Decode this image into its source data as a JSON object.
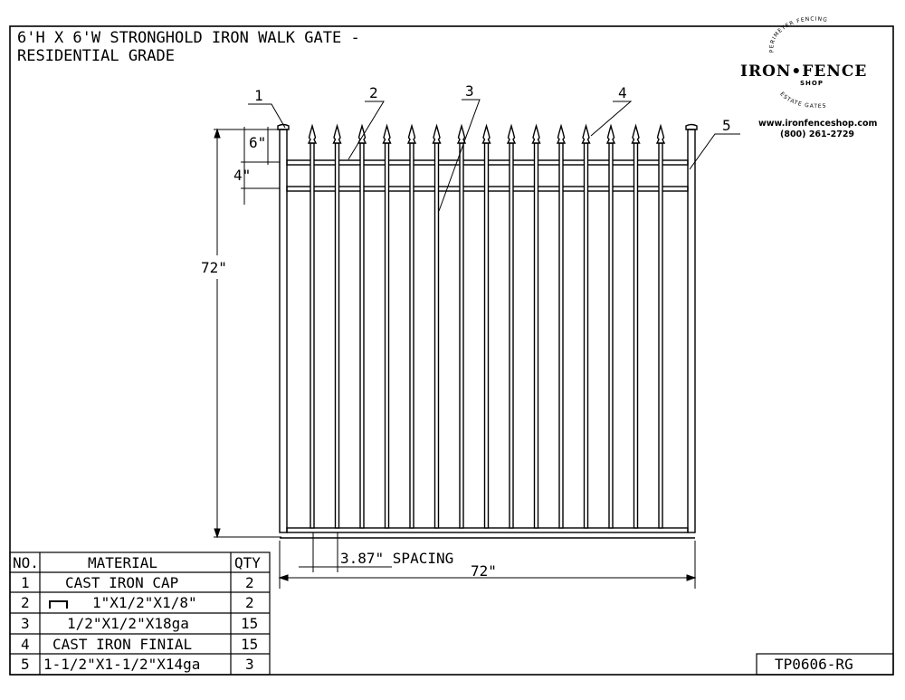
{
  "title": {
    "line1": "6'H X 6'W STRONGHOLD IRON WALK GATE -",
    "line2": "RESIDENTIAL GRADE"
  },
  "logo": {
    "top_arc": "PERIMETER FENCING",
    "brand": "IRON•FENCE",
    "shop": "SHOP",
    "bottom_arc": "ESTATE GATES",
    "website": "www.ironfenceshop.com",
    "phone": "(800) 261-2729"
  },
  "callouts": [
    "1",
    "2",
    "3",
    "4",
    "5"
  ],
  "dimensions": {
    "finial_height": "6\"",
    "rail_gap": "4\"",
    "overall_height": "72\"",
    "picket_spacing": "3.87\" SPACING",
    "overall_width": "72\""
  },
  "table": {
    "headers": [
      "NO.",
      "MATERIAL",
      "QTY"
    ],
    "rows": [
      {
        "no": "1",
        "material": "CAST IRON CAP",
        "qty": "2"
      },
      {
        "no": "2",
        "material": "1\"X1/2\"X1/8\"",
        "qty": "2",
        "icon": "channel-icon"
      },
      {
        "no": "3",
        "material": "1/2\"X1/2\"X18ga",
        "qty": "15"
      },
      {
        "no": "4",
        "material": "CAST IRON FINIAL",
        "qty": "15"
      },
      {
        "no": "5",
        "material": "1-1/2\"X1-1/2\"X14ga",
        "qty": "3"
      }
    ]
  },
  "drawing_number": "TP0606-RG",
  "drawing": {
    "picket_count": 15,
    "stroke_color": "#000000",
    "background": "#ffffff"
  }
}
